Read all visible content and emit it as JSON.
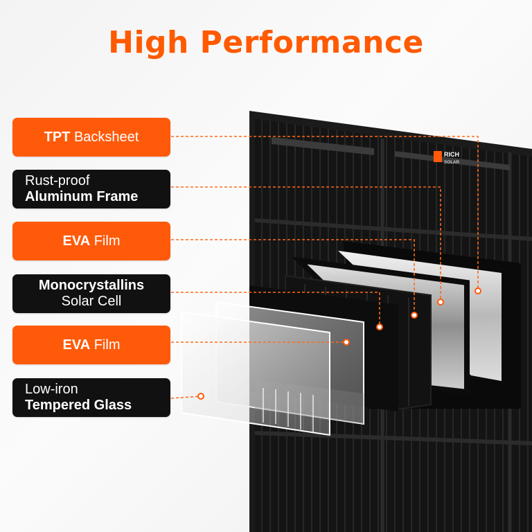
{
  "title": "High Performance",
  "logo": {
    "line1": "RICH",
    "line2": "SOLAR"
  },
  "accent_color": "#ff5a0a",
  "dark_color": "#111111",
  "labels": [
    {
      "bold": "TPT",
      "regular": " Backsheet",
      "style": "orange"
    },
    {
      "line1": "Rust-proof",
      "line2": "Aluminum Frame",
      "style": "dark"
    },
    {
      "bold": "EVA",
      "regular": " Film",
      "style": "orange"
    },
    {
      "line1": "Monocrystallins",
      "line2": "Solar Cell",
      "style": "dark"
    },
    {
      "bold": "EVA",
      "regular": " Film",
      "style": "orange"
    },
    {
      "line1": "Low-iron",
      "line2": "Tempered Glass",
      "style": "dark"
    }
  ]
}
